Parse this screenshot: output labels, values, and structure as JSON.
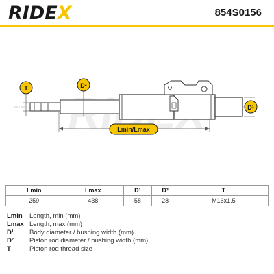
{
  "brand": {
    "logo_main": "RIDE",
    "logo_x": "X",
    "watermark": "RIDEX"
  },
  "header": {
    "part_number": "854S0156"
  },
  "colors": {
    "accent": "#f7c600",
    "text": "#1a1a1a",
    "line": "#555555"
  },
  "diagram": {
    "labels": {
      "T": "T",
      "D2": "D²",
      "D1": "D¹",
      "length": "Lmin/Lmax"
    }
  },
  "table": {
    "headers": [
      "Lmin",
      "Lmax",
      "D¹",
      "D²",
      "T"
    ],
    "values": [
      "259",
      "438",
      "58",
      "28",
      "M16x1.5"
    ]
  },
  "legend": [
    {
      "key": "Lmin",
      "desc": "Length, min (mm)"
    },
    {
      "key": "Lmax",
      "desc": "Length, max (mm)"
    },
    {
      "key": "D¹",
      "desc": "Body diameter / bushing width (mm)"
    },
    {
      "key": "D²",
      "desc": "Piston rod diameter / bushing width (mm)"
    },
    {
      "key": "T",
      "desc": "Piston rod thread size"
    }
  ]
}
